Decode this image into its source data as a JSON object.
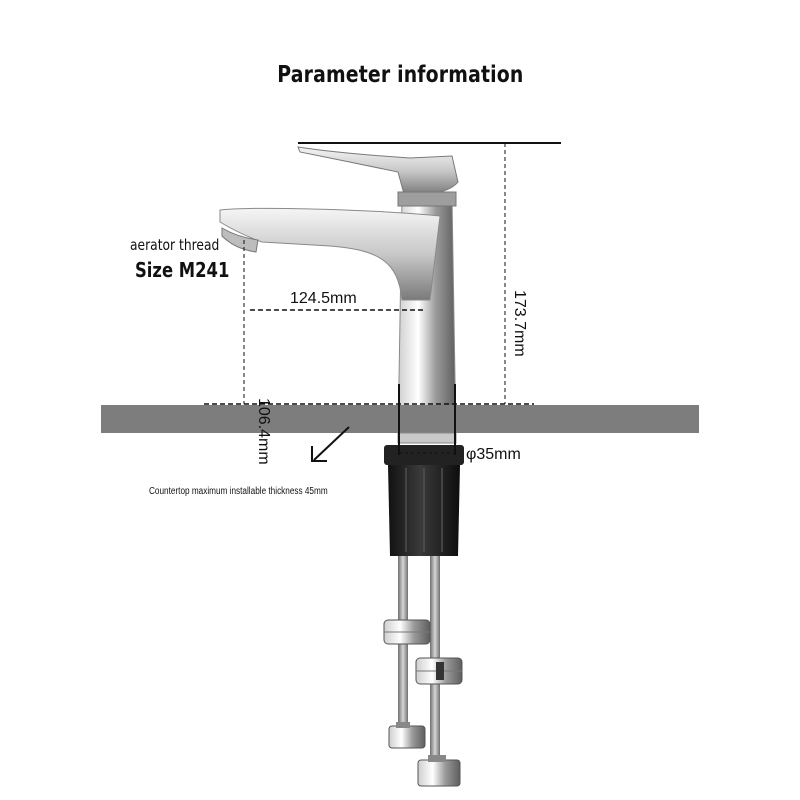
{
  "title": "Parameter information",
  "labels": {
    "aerator_thread": "aerator thread",
    "aerator_size": "Size M241",
    "spout_reach": "124.5mm",
    "spout_height": "106.4mm",
    "total_height": "173.7mm",
    "base_diameter": "φ35mm",
    "countertop_note": "Countertop maximum installable thickness 45mm"
  },
  "colors": {
    "countertop": "#7d7d7d",
    "chrome_light": "#f2f2f2",
    "chrome_dark": "#6a6a6a",
    "mount_black": "#1c1c1c",
    "hose": "#9a9a9a"
  }
}
